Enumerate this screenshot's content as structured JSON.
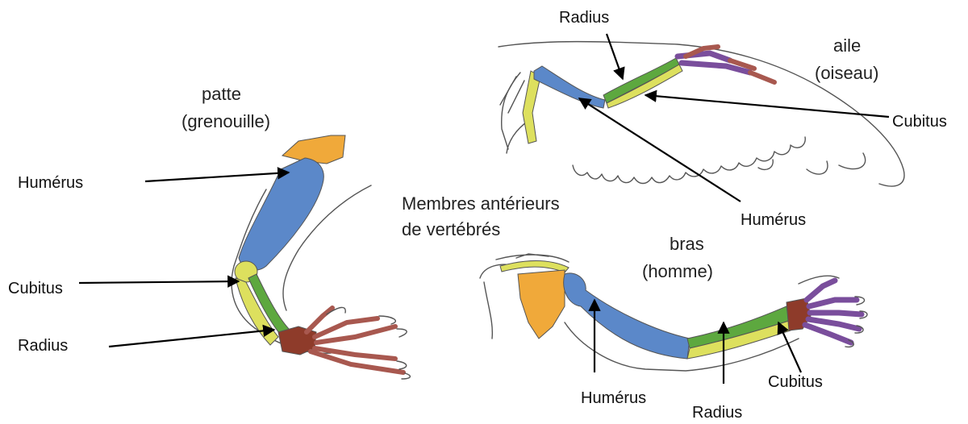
{
  "diagram": {
    "title": [
      "Membres antérieurs",
      "de vertébrés"
    ],
    "colors": {
      "humerus": "#5b88c9",
      "radius": "#5da83f",
      "cubitus": "#dde05e",
      "scapula": "#f0a93a",
      "carpals": "#8e3b2a",
      "phalanges": "#a8584f",
      "phalanges_bird": "#7a4e9c",
      "outline": "#555555"
    },
    "panels": {
      "frog": {
        "caption": [
          "patte",
          "(grenouille)"
        ],
        "labels": {
          "humerus": "Humérus",
          "cubitus": "Cubitus",
          "radius": "Radius"
        }
      },
      "bird": {
        "caption": [
          "aile",
          "(oiseau)"
        ],
        "labels": {
          "radius": "Radius",
          "cubitus": "Cubitus",
          "humerus": "Humérus"
        }
      },
      "human": {
        "caption": [
          "bras",
          "(homme)"
        ],
        "labels": {
          "humerus": "Humérus",
          "radius": "Radius",
          "cubitus": "Cubitus"
        }
      }
    }
  }
}
